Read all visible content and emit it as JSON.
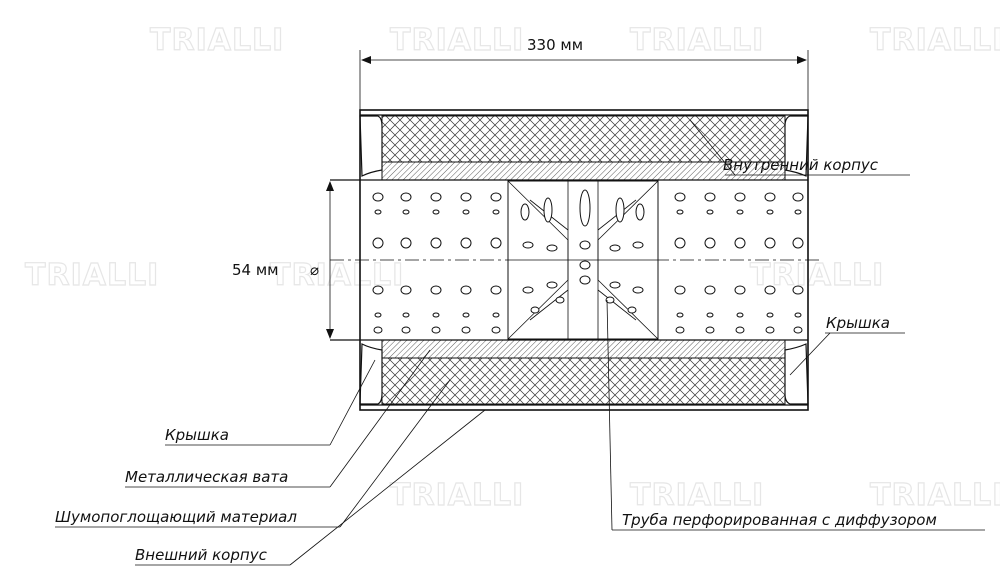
{
  "brand": {
    "watermark_text": "TRIALLI"
  },
  "dimensions": {
    "length": "330 мм",
    "diameter": "54 мм",
    "diameter_symbol": "⌀"
  },
  "labels": {
    "inner_body": "Внутренний корпус",
    "cap_right": "Крышка",
    "cap_left": "Крышка",
    "metal_wool": "Металлическая вата",
    "absorbing_material": "Шумопоглощающий материал",
    "outer_body": "Внешний корпус",
    "perforated_pipe": "Труба перфорированная с диффузором"
  },
  "colors": {
    "line": "#111111",
    "hatch": "#222222",
    "fill": "#ffffff"
  }
}
